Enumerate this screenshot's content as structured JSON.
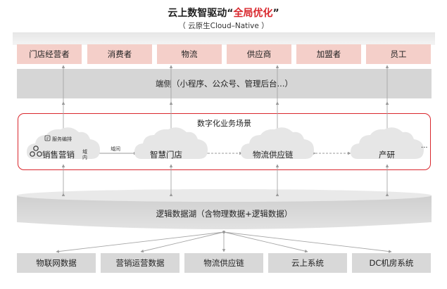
{
  "header": {
    "title_prefix": "云上数智驱动“",
    "title_highlight": "全局优化",
    "title_suffix": "”",
    "subtitle": "（ 云原生Cloud–Native ）"
  },
  "roles": [
    "门店经营者",
    "消费者",
    "物流",
    "供应商",
    "加盟者",
    "员工"
  ],
  "channel_label": "端侧（小程序、公众号、管理后台...）",
  "scene": {
    "title": "数字化业务场景",
    "clouds": {
      "sales": "销售营销",
      "store": "智慧门店",
      "logistics": "物流供应链",
      "rnd": "产研"
    },
    "service_badge": "服务编排",
    "domain_inner": "域内",
    "domain_between": "域间",
    "ellipsis": "···"
  },
  "lake_label": "逻辑数据湖（含物理数据+逻辑数据）",
  "sources": [
    "物联网数据",
    "营销运营数据",
    "物流供应链",
    "云上系统",
    "DC机房系统"
  ],
  "colors": {
    "accent_red": "#d9272d",
    "role_fill": "#f4cfc9",
    "gray_bar": "#d6d6d6"
  }
}
